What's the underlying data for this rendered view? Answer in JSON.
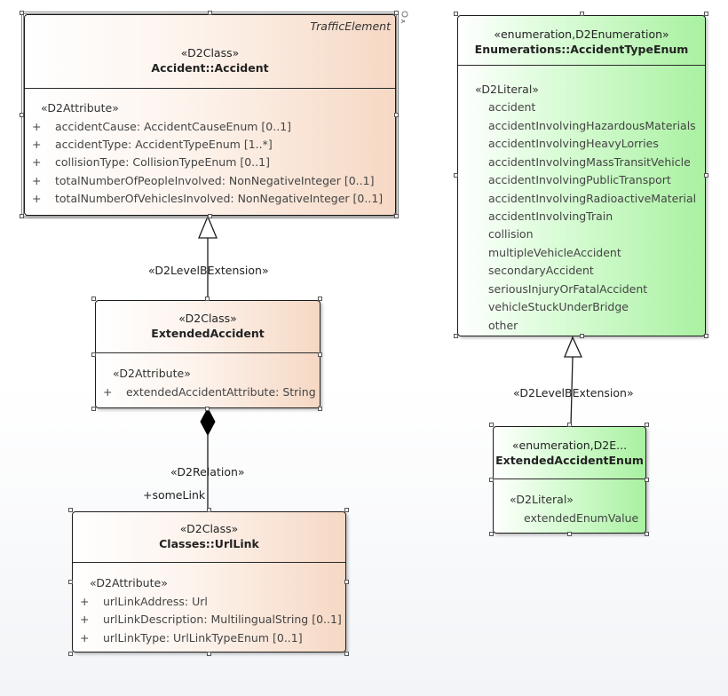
{
  "accident": {
    "super_tag": "TrafficElement",
    "stereotype": "«D2Class»",
    "name": "Accident::Accident",
    "section": "«D2Attribute»",
    "attributes": [
      {
        "vis": "+",
        "text": "accidentCause: AccidentCauseEnum [0..1]"
      },
      {
        "vis": "+",
        "text": "accidentType: AccidentTypeEnum [1..*]"
      },
      {
        "vis": "+",
        "text": "collisionType: CollisionTypeEnum [0..1]"
      },
      {
        "vis": "+",
        "text": "totalNumberOfPeopleInvolved: NonNegativeInteger [0..1]"
      },
      {
        "vis": "+",
        "text": "totalNumberOfVehiclesInvolved: NonNegativeInteger [0..1]"
      }
    ]
  },
  "extended_accident": {
    "stereotype": "«D2Class»",
    "name": "ExtendedAccident",
    "section": "«D2Attribute»",
    "attributes": [
      {
        "vis": "+",
        "text": "extendedAccidentAttribute: String"
      }
    ]
  },
  "url_link": {
    "stereotype": "«D2Class»",
    "name": "Classes::UrlLink",
    "section": "«D2Attribute»",
    "attributes": [
      {
        "vis": "+",
        "text": "urlLinkAddress: Url"
      },
      {
        "vis": "+",
        "text": "urlLinkDescription: MultilingualString [0..1]"
      },
      {
        "vis": "+",
        "text": "urlLinkType: UrlLinkTypeEnum [0..1]"
      }
    ]
  },
  "accident_type_enum": {
    "stereotype": "«enumeration,D2Enumeration»",
    "name": "Enumerations::AccidentTypeEnum",
    "section": "«D2Literal»",
    "literals": [
      "accident",
      "accidentInvolvingHazardousMaterials",
      "accidentInvolvingHeavyLorries",
      "accidentInvolvingMassTransitVehicle",
      "accidentInvolvingPublicTransport",
      "accidentInvolvingRadioactiveMaterial",
      "accidentInvolvingTrain",
      "collision",
      "multipleVehicleAccident",
      "secondaryAccident",
      "seriousInjuryOrFatalAccident",
      "vehicleStuckUnderBridge",
      "other"
    ]
  },
  "extended_accident_enum": {
    "stereotype": "«enumeration,D2E...",
    "name": "ExtendedAccidentEnum",
    "section": "«D2Literal»",
    "literals": [
      "extendedEnumValue"
    ]
  },
  "connectors": {
    "class_extension": "«D2LevelBExtension»",
    "enum_extension": "«D2LevelBExtension»",
    "relation": "«D2Relation»",
    "role": "+someLink"
  },
  "colors": {
    "class_fill": "#f6d8c4",
    "enum_fill": "#a9f1a1",
    "line": "#1c1c1c"
  }
}
